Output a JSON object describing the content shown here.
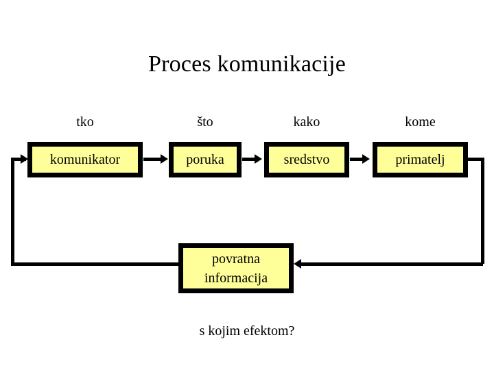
{
  "slide": {
    "title": "Proces komunikacije",
    "caption": "s kojim efektom?",
    "background_color": "#ffffff",
    "box_fill_color": "#ffff99",
    "box_border_color": "#000000",
    "text_color": "#000000"
  },
  "question_labels": [
    {
      "text": "tko"
    },
    {
      "text": "što"
    },
    {
      "text": "kako"
    },
    {
      "text": "kome"
    }
  ],
  "nodes": [
    {
      "id": "komunikator",
      "label": "komunikator"
    },
    {
      "id": "poruka",
      "label": "poruka"
    },
    {
      "id": "sredstvo",
      "label": "sredstvo"
    },
    {
      "id": "primatelj",
      "label": "primatelj"
    },
    {
      "id": "povratna-informacija",
      "line1": "povratna",
      "line2": "informacija"
    }
  ],
  "connectors": [
    {
      "id": "komunikator-to-poruka",
      "direction": "right"
    },
    {
      "id": "poruka-to-sredstvo",
      "direction": "right"
    },
    {
      "id": "sredstvo-to-primatelj",
      "direction": "right"
    },
    {
      "id": "primatelj-to-feedback",
      "direction": "left"
    },
    {
      "id": "feedback-to-komunikator",
      "direction": "right"
    }
  ]
}
